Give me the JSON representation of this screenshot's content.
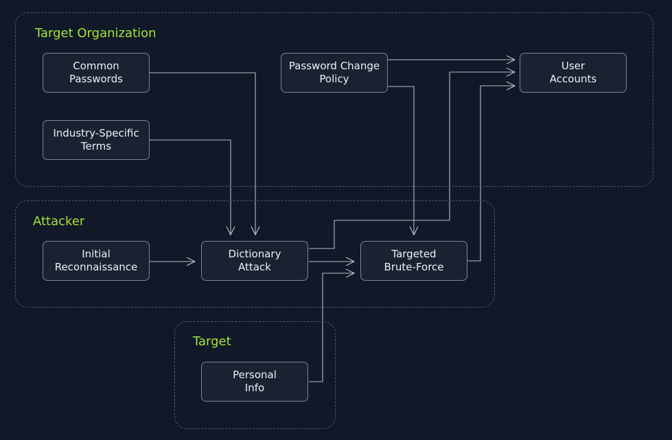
{
  "colors": {
    "background": "#111827",
    "group_title": "#a3e635",
    "group_border": "#525c6b",
    "node_fill": "#1a2231",
    "node_border": "#7d8696",
    "edge": "#b8bec8",
    "text": "#eef1f5"
  },
  "groups": {
    "target_organization": {
      "title": "Target Organization"
    },
    "attacker": {
      "title": "Attacker"
    },
    "target": {
      "title": "Target"
    }
  },
  "nodes": {
    "common_passwords": {
      "label": "Common\nPasswords"
    },
    "industry_terms": {
      "label": "Industry-Specific\nTerms"
    },
    "password_change_policy": {
      "label": "Password Change\nPolicy"
    },
    "user_accounts": {
      "label": "User\nAccounts"
    },
    "initial_recon": {
      "label": "Initial\nReconnaissance"
    },
    "dictionary_attack": {
      "label": "Dictionary\nAttack"
    },
    "targeted_brute_force": {
      "label": "Targeted\nBrute-Force"
    },
    "personal_info": {
      "label": "Personal\nInfo"
    }
  },
  "edges": [
    {
      "from": "common_passwords",
      "to": "dictionary_attack"
    },
    {
      "from": "industry_terms",
      "to": "dictionary_attack"
    },
    {
      "from": "initial_recon",
      "to": "dictionary_attack"
    },
    {
      "from": "dictionary_attack",
      "to": "targeted_brute_force"
    },
    {
      "from": "personal_info",
      "to": "targeted_brute_force"
    },
    {
      "from": "password_change_policy",
      "to": "targeted_brute_force"
    },
    {
      "from": "password_change_policy",
      "to": "user_accounts"
    },
    {
      "from": "dictionary_attack",
      "to": "user_accounts"
    },
    {
      "from": "targeted_brute_force",
      "to": "user_accounts"
    }
  ]
}
